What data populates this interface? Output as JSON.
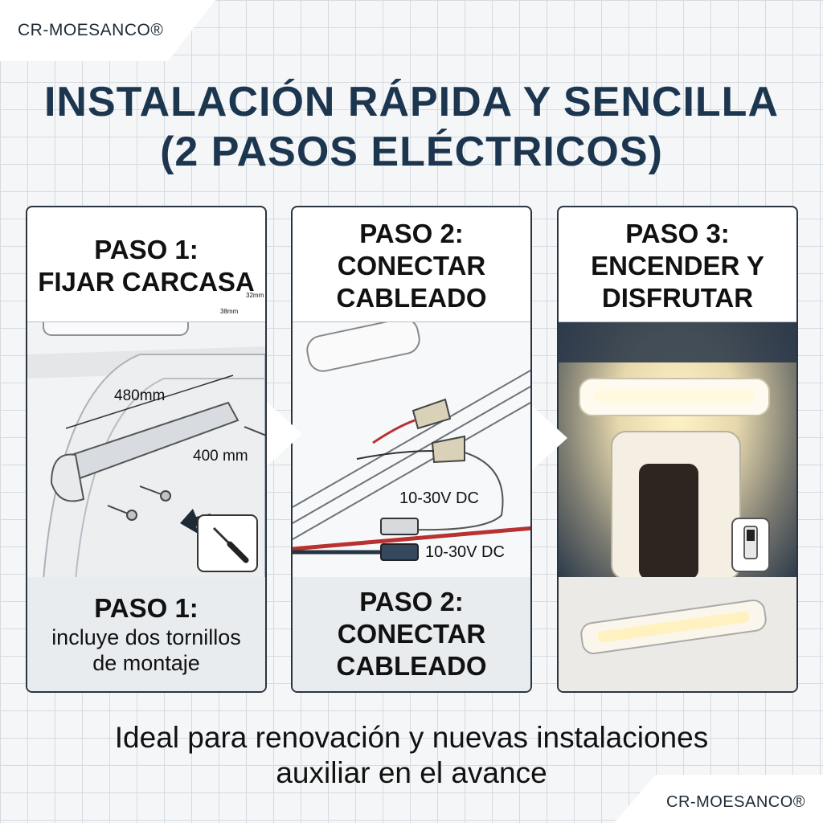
{
  "brand": {
    "name": "CR-MOESANCO®"
  },
  "title": {
    "line1": "INSTALACIÓN RÁPIDA Y SENCILLA",
    "line2": "(2 PASOS ELÉCTRICOS)"
  },
  "steps": [
    {
      "heading": "PASO 1:\nFIJAR CARCASA",
      "footer_title": "PASO 1:",
      "footer_sub": "incluye dos tornillos\nde montaje",
      "dim_length": "480mm",
      "dim_spacing": "400 mm",
      "dim_height": "32mm",
      "dim_width": "38mm"
    },
    {
      "heading": "PASO 2:\nCONECTAR\nCABLEADO",
      "footer_title": "PASO 2:\nCONECTAR\nCABLEADO",
      "voltage_1": "10-30V DC",
      "voltage_2": "10-30V DC"
    },
    {
      "heading": "PASO 3:\nENCENDER Y\nDISFRUTAR"
    }
  ],
  "tagline": {
    "line1": "Ideal para renovación y nuevas instalaciones",
    "line2": "auxiliar en el avance"
  },
  "colors": {
    "title": "#1d3650",
    "panel_border": "#2a3540",
    "footer_bg": "#e9ecef",
    "glow": "#fff3c8"
  },
  "icons": [
    "screwdriver-icon",
    "arrow-icon",
    "switch-icon",
    "step-arrow-icon"
  ]
}
